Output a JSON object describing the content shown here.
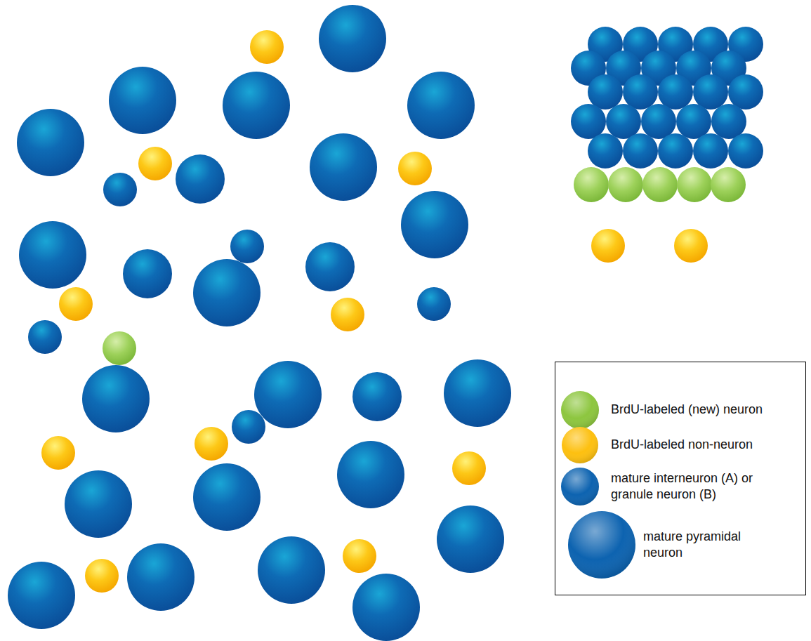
{
  "diagram": {
    "legend": [
      {
        "text": "BrdU-labeled (new) neuron",
        "color": "#8dc63f"
      },
      {
        "text": "BrdU-labeled non-neuron",
        "color": "#fdc010"
      },
      {
        "text": "mature interneuron (A) or granule neuron (B)",
        "color": "#0d63b0"
      },
      {
        "text": "mature pyramidal neuron",
        "color": "#0d63b0"
      }
    ]
  }
}
